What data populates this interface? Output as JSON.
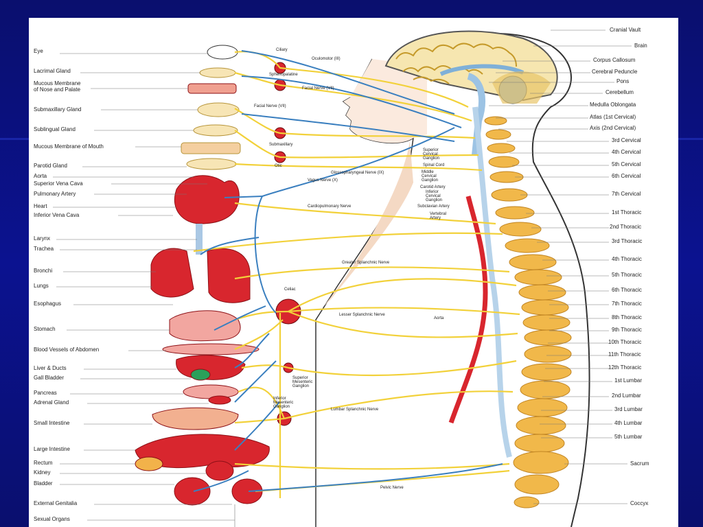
{
  "diagram": {
    "left_labels": {
      "eye": "Eye",
      "lacrimal": "Lacrimal Gland",
      "mucous_nose_1": "Mucous Membrane",
      "mucous_nose_2": "of Nose and Palate",
      "submaxillary": "Submaxillary Gland",
      "sublingual": "Sublingual Gland",
      "mucous_mouth": "Mucous Membrane of Mouth",
      "parotid": "Parotid Gland",
      "aorta": "Aorta",
      "svc": "Superior Vena Cava",
      "pulmonary": "Pulmonary Artery",
      "heart": "Heart",
      "ivc": "Inferior Vena Cava",
      "larynx": "Larynx",
      "trachea": "Trachea",
      "bronchi": "Bronchi",
      "lungs": "Lungs",
      "esophagus": "Esophagus",
      "stomach": "Stomach",
      "blood_vessels": "Blood Vessels of Abdomen",
      "liver": "Liver & Ducts",
      "gall": "Gall Bladder",
      "pancreas": "Pancreas",
      "adrenal": "Adrenal Gland",
      "small_int": "Small Intestine",
      "large_int": "Large Intestine",
      "rectum": "Rectum",
      "kidney": "Kidney",
      "bladder": "Bladder",
      "ext_genitalia": "External Genitalia",
      "sexual": "Sexual Organs"
    },
    "right_labels": {
      "cranial": "Cranial Vault",
      "brain": "Brain",
      "corpus": "Corpus Callosum",
      "peduncle": "Cerebral Peduncle",
      "pons": "Pons",
      "cerebellum": "Cerebellum",
      "medulla": "Medulla Oblongata",
      "atlas": "Atlas (1st Cervical)",
      "axis": "Axis (2nd Cervical)",
      "c3": "3rd Cervical",
      "c4": "4th Cervical",
      "c5": "5th Cervical",
      "c6": "6th Cervical",
      "c7": "7th Cervical",
      "t1": "1st Thoracic",
      "t2": "2nd Thoracic",
      "t3": "3rd Thoracic",
      "t4": "4th Thoracic",
      "t5": "5th Thoracic",
      "t6": "6th Thoracic",
      "t7": "7th Thoracic",
      "t8": "8th Thoracic",
      "t9": "9th Thoracic",
      "t10": "10th Thoracic",
      "t11": "11th Thoracic",
      "t12": "12th Thoracic",
      "l1": "1st Lumbar",
      "l2": "2nd Lumbar",
      "l3": "3rd Lumbar",
      "l4": "4th Lumbar",
      "l5": "5th Lumbar",
      "sacrum": "Sacrum",
      "coccyx": "Coccyx"
    },
    "inner_labels": {
      "ciliary": "Ciliary",
      "oculomotor": "Oculomotor (III)",
      "sphenopalatine": "Sphenopalatine",
      "facial_vii": "Facial Nerve (VII)",
      "facial_nerve": "Facial Nerve (VII)",
      "submaxillary_g": "Submaxillary",
      "otic": "Otic",
      "glosso": "Glossopharyngeal Nerve (IX)",
      "vagus": "Vagus Nerve (X)",
      "sup_cervical_1": "Superior",
      "sup_cervical_2": "Cervical",
      "sup_cervical_3": "Ganglion",
      "spinal_cord": "Spinal Cord",
      "mid_cervical_1": "Middle",
      "mid_cervical_2": "Cervical",
      "mid_cervical_3": "Ganglion",
      "carotid": "Carotid Artery",
      "inf_cervical_1": "Inferior",
      "inf_cervical_2": "Cervical",
      "inf_cervical_3": "Ganglion",
      "subclavian": "Subclavian Artery",
      "vertebral": "Vertebral",
      "vertebral_2": "Artery",
      "cardiopulmonary": "Cardiopulmonary Nerve",
      "greater_splanchnic": "Greater Splanchnic Nerve",
      "celiac": "Celiac",
      "lesser_splanchnic": "Lesser Splanchnic Nerve",
      "aorta_inner": "Aorta",
      "sup_mesenteric_1": "Superior",
      "sup_mesenteric_2": "Mesenteric",
      "sup_mesenteric_3": "Ganglion",
      "inf_mesenteric_1": "Inferior",
      "inf_mesenteric_2": "Mesenteric",
      "inf_mesenteric_3": "Ganglion",
      "lumbar_splanchnic": "Lumbar Splanchnic Nerve",
      "pelvic": "Pelvic Nerve"
    },
    "colors": {
      "nerve_yellow": "#f2d13a",
      "nerve_blue": "#3a7fbf",
      "organ_red": "#d8262e",
      "bone": "#f1b84a",
      "slide_bg": "#0b1290"
    }
  }
}
